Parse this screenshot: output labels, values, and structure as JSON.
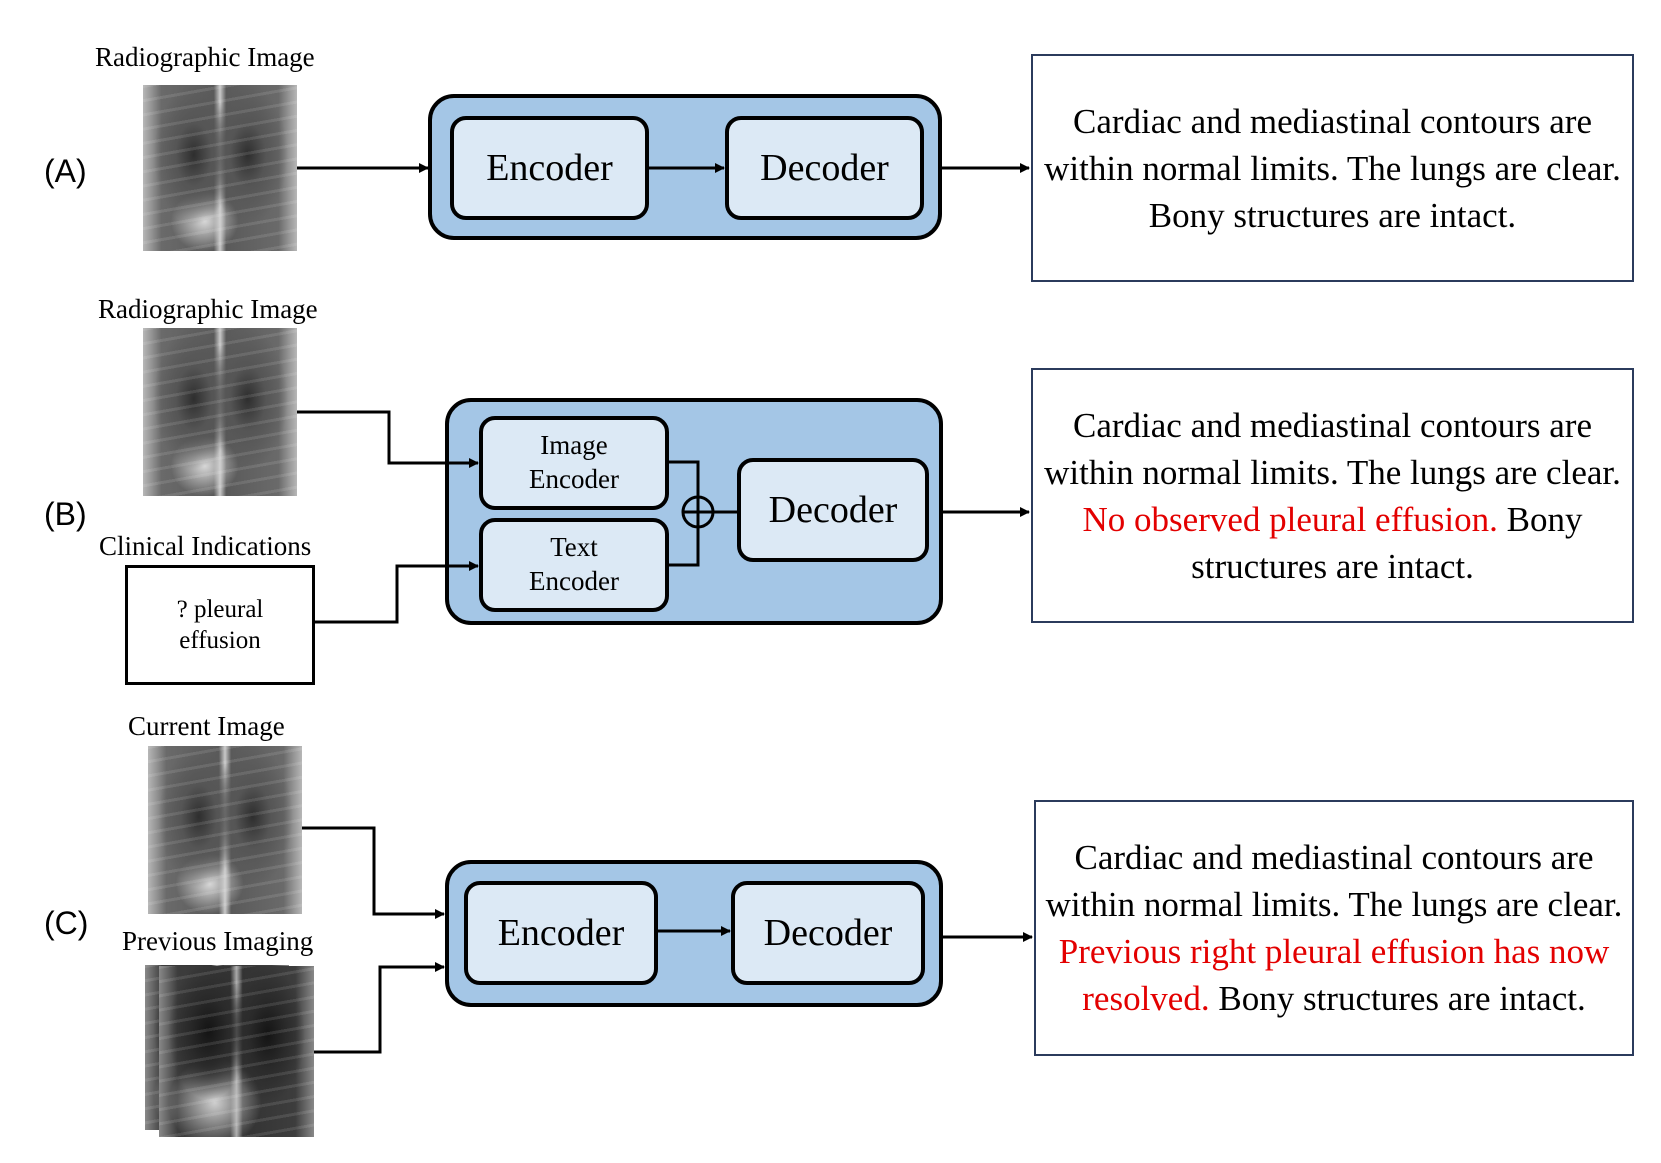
{
  "panel_a": {
    "label": "(A)",
    "input_caption": "Radiographic Image",
    "encoder": "Encoder",
    "decoder": "Decoder",
    "report": "Cardiac and mediastinal contours are within normal limits. The lungs are clear. Bony structures are intact."
  },
  "panel_b": {
    "label": "(B)",
    "input_caption": "Radiographic Image",
    "indications_caption": "Clinical Indications",
    "indications_line1": "? pleural",
    "indications_line2": "effusion",
    "image_encoder_line1": "Image",
    "image_encoder_line2": "Encoder",
    "text_encoder_line1": "Text",
    "text_encoder_line2": "Encoder",
    "decoder": "Decoder",
    "report_part1": "Cardiac and mediastinal contours are within normal limits. The lungs are clear. ",
    "report_highlight": "No observed pleural effusion.",
    "report_part2": " Bony structures are intact."
  },
  "panel_c": {
    "label": "(C)",
    "current_caption": "Current Image",
    "previous_caption": "Previous Imaging",
    "encoder": "Encoder",
    "decoder": "Decoder",
    "report_part1": "Cardiac and mediastinal contours are within normal limits. The lungs are clear. ",
    "report_highlight": "Previous right pleural effusion has now resolved.",
    "report_part2": " Bony structures are intact."
  },
  "colors": {
    "model_fill": "#a4c6e6",
    "block_fill": "#dce9f5",
    "highlight_text": "#e30000",
    "report_border": "#2b3b5c"
  }
}
